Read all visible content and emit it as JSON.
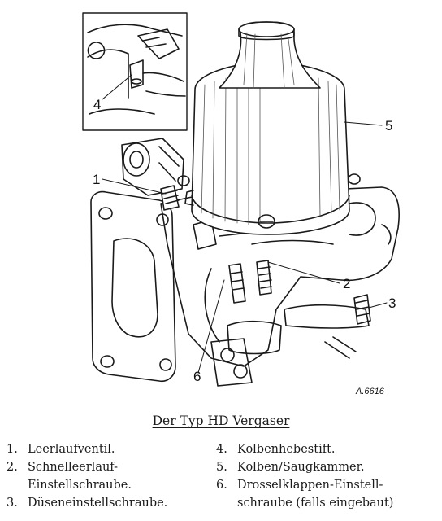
{
  "figure": {
    "callouts": [
      "1",
      "2",
      "3",
      "4",
      "5",
      "6"
    ],
    "figure_ref": "A.6616"
  },
  "caption": "Der Typ HD Vergaser",
  "legend": {
    "left": [
      {
        "num": "1.",
        "lines": [
          "Leerlaufventil."
        ]
      },
      {
        "num": "2.",
        "lines": [
          "Schnelleerlauf-",
          "Einstellschraube."
        ]
      },
      {
        "num": "3.",
        "lines": [
          "Düseneinstellschraube."
        ]
      }
    ],
    "right": [
      {
        "num": "4.",
        "lines": [
          "Kolbenhebestift."
        ]
      },
      {
        "num": "5.",
        "lines": [
          "Kolben/Saugkammer."
        ]
      },
      {
        "num": "6.",
        "lines": [
          "Drosselklappen-Einstell-",
          "schraube (falls eingebaut)"
        ]
      }
    ]
  }
}
